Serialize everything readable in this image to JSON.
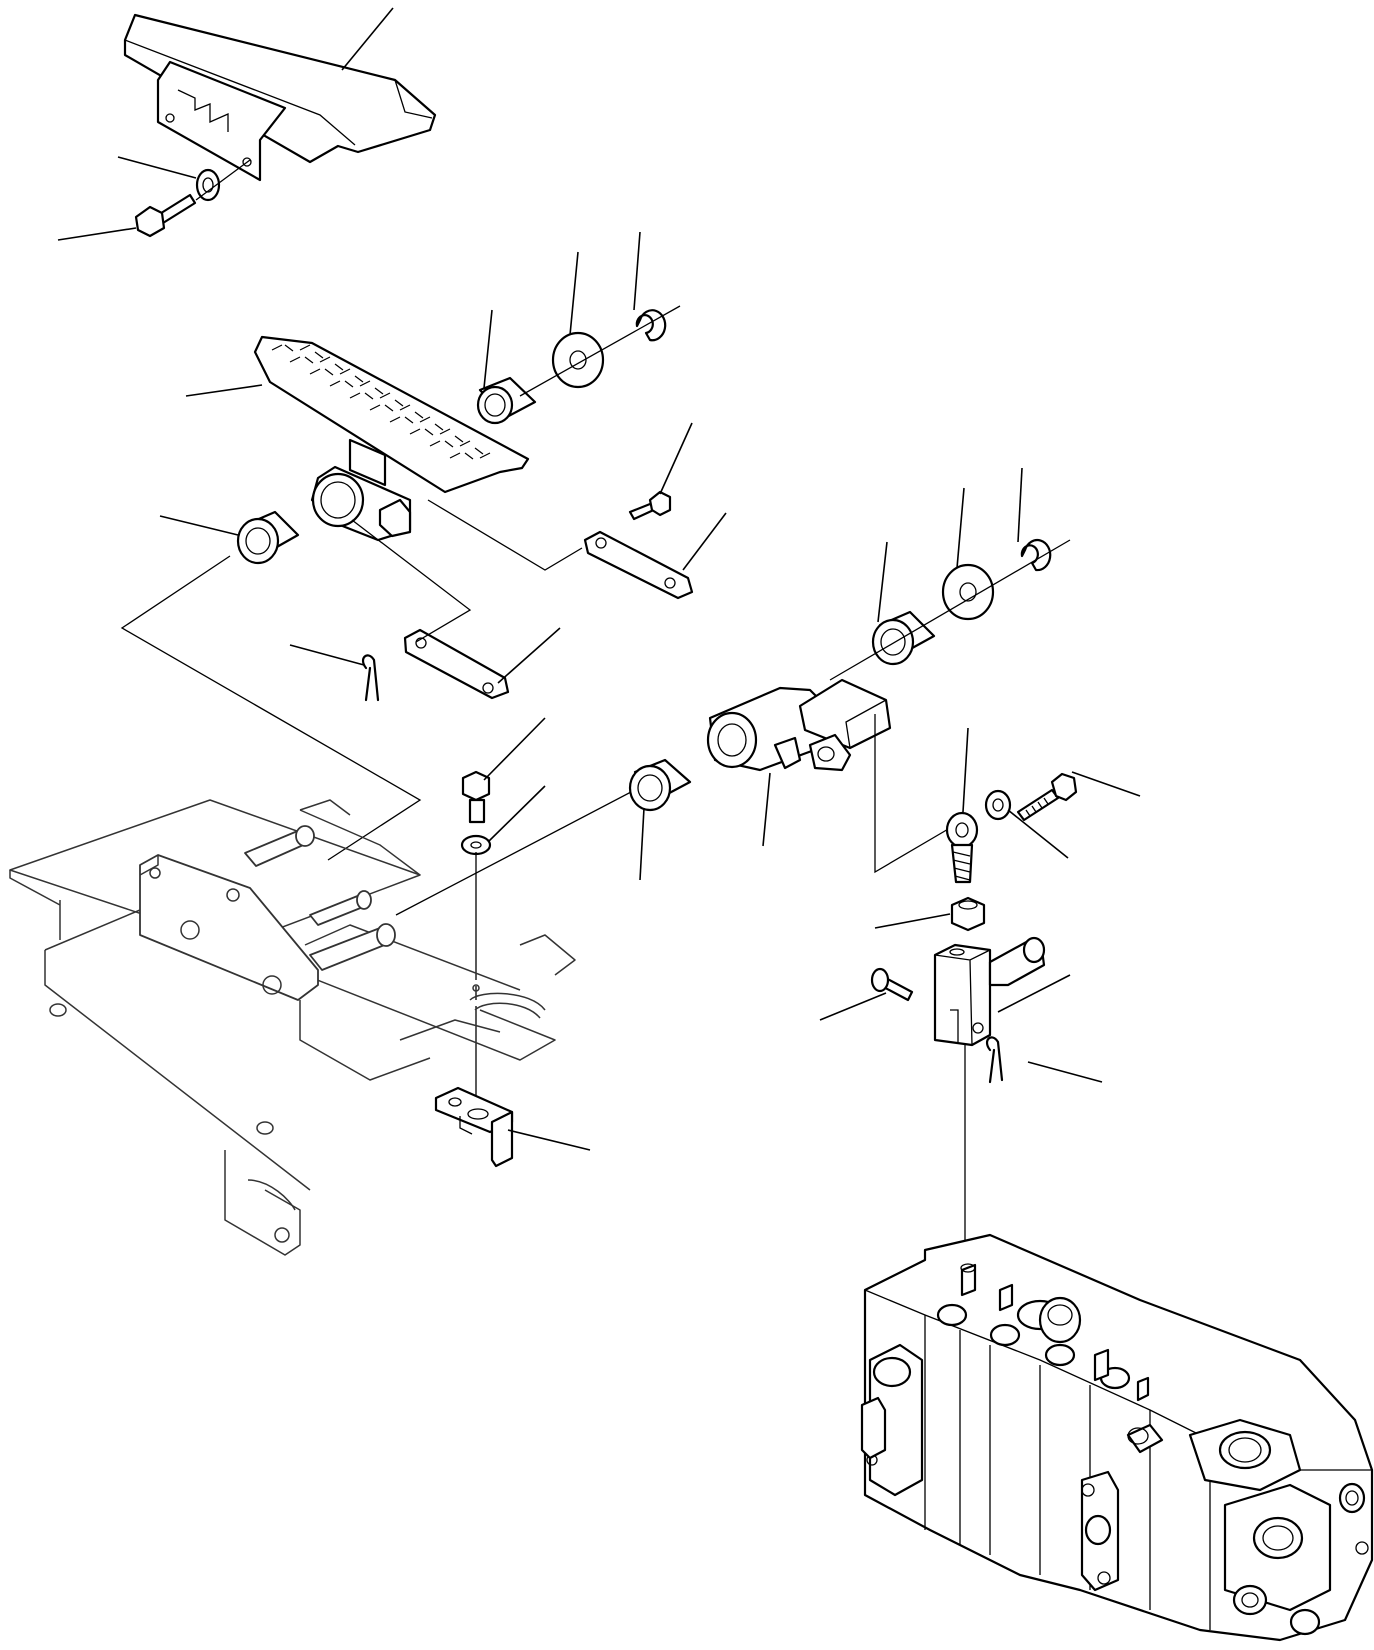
{
  "diagram": {
    "type": "exploded parts diagram",
    "callout_labels": [],
    "colors": {
      "line": "#000000",
      "frame_line": "#333333",
      "background": "#ffffff"
    },
    "parts": [
      "cover",
      "washer",
      "bolt",
      "pedal",
      "bushing",
      "washer",
      "snap-ring",
      "link-plate",
      "screw",
      "cotter-pin",
      "bolt",
      "washer",
      "pivot-block",
      "rod-end",
      "nut",
      "clevis",
      "pin",
      "bracket",
      "floor-frame",
      "control-valve"
    ]
  }
}
